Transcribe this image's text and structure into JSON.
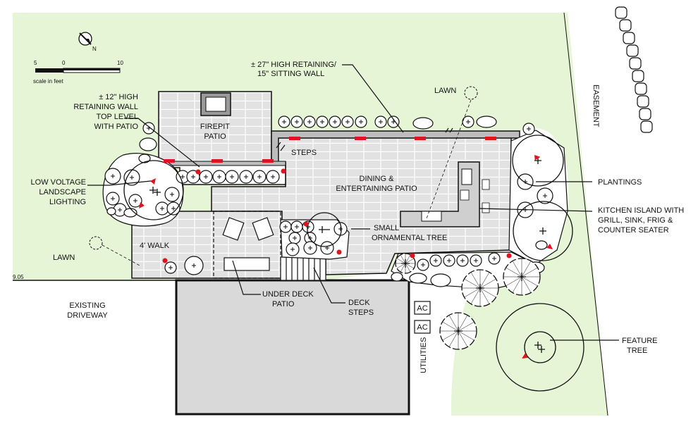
{
  "scale": {
    "ticks": [
      "5",
      "0",
      "10"
    ],
    "caption": "scale in feet"
  },
  "north": {
    "label": "N"
  },
  "edge_mark": "9.05",
  "labels": {
    "retaining_wall_27": [
      "± 27\" HIGH RETAINING/",
      "15\" SITTING WALL"
    ],
    "retaining_wall_12": [
      "± 12\" HIGH",
      "RETAINING WALL",
      "TOP LEVEL",
      "WITH PATIO"
    ],
    "lighting": [
      "LOW VOLTAGE",
      "LANDSCAPE",
      "LIGHTING"
    ],
    "firepit": [
      "FIREPIT",
      "PATIO"
    ],
    "steps": "STEPS",
    "dining": [
      "DINING &",
      "ENTERTAINING PATIO"
    ],
    "lawn_top": "LAWN",
    "lawn_left": "LAWN",
    "easement": "EASEMENT",
    "plantings": "PLANTINGS",
    "kitchen": [
      "KITCHEN ISLAND WITH",
      "GRILL, SINK, FRIG &",
      "COUNTER SEATER"
    ],
    "ornamental": [
      "SMALL",
      "ORNAMENTAL TREE"
    ],
    "walk": "4' WALK",
    "under_deck": [
      "UNDER DECK",
      "PATIO"
    ],
    "deck_steps": [
      "DECK",
      "STEPS"
    ],
    "driveway": [
      "EXISTING",
      "DRIVEWAY"
    ],
    "utilities": "UTILITIES",
    "ac": [
      "AC",
      "AC"
    ],
    "feature_tree": [
      "FEATURE",
      "TREE"
    ]
  },
  "colors": {
    "lawn": "#e6f5d6",
    "paving": "#e2e2e2",
    "joints": "#ffffff",
    "house": "#d9d9d9",
    "wall": "#4a4a4a",
    "light": "#e0141e",
    "line": "#111111"
  }
}
